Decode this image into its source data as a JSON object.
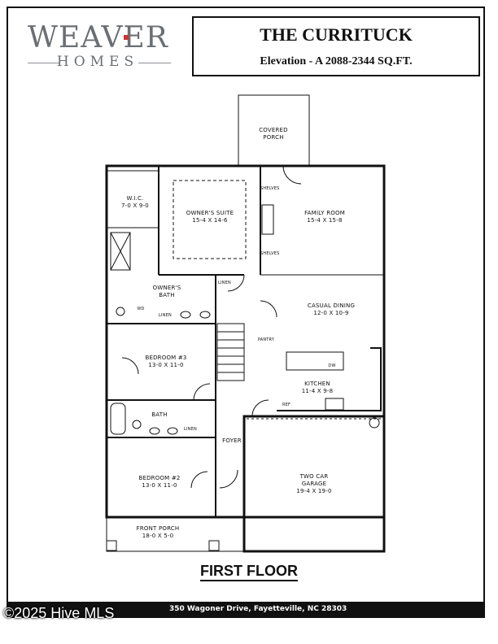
{
  "logo": {
    "word": "WEAVER",
    "sub": "HOMES"
  },
  "title": {
    "name": "THE CURRITUCK",
    "elevation": "Elevation - A 2088-2344 SQ.FT."
  },
  "rooms": {
    "covered_porch": {
      "name": "COVERED PORCH"
    },
    "wic": {
      "name": "W.I.C.",
      "dim": "7-0 x 9-0"
    },
    "owners_suite": {
      "name": "OWNER'S SUITE",
      "dim": "15-4 x 14-6"
    },
    "family_room": {
      "name": "FAMILY ROOM",
      "dim": "15-4 x 15-8"
    },
    "owners_bath": {
      "name": "OWNER'S BATH"
    },
    "casual_dining": {
      "name": "CASUAL DINING",
      "dim": "12-0 x 10-9"
    },
    "bedroom3": {
      "name": "BEDROOM #3",
      "dim": "13-0 x 11-0"
    },
    "kitchen": {
      "name": "KITCHEN",
      "dim": "11-4 x 9-8"
    },
    "bath": {
      "name": "BATH"
    },
    "foyer": {
      "name": "FOYER"
    },
    "bedroom2": {
      "name": "BEDROOM #2",
      "dim": "13-0 x 11-0"
    },
    "garage": {
      "name": "TWO CAR GARAGE",
      "dim": "19-4 x 19-0"
    },
    "front_porch": {
      "name": "FRONT PORCH",
      "dim": "18-0 x 5-0"
    }
  },
  "fixtures": {
    "linen_a": "LINEN",
    "linen_b": "LINEN",
    "linen_c": "LINEN",
    "pantry": "PANTRY",
    "shelves_a": "SHELVES",
    "shelves_b": "SHELVES",
    "ref": "REF",
    "dw": "DW",
    "wd": "WD"
  },
  "floor_label": "FIRST FLOOR",
  "address": "350 Wagoner Drive, Fayetteville, NC 28303",
  "watermark": "©2025 Hive MLS"
}
